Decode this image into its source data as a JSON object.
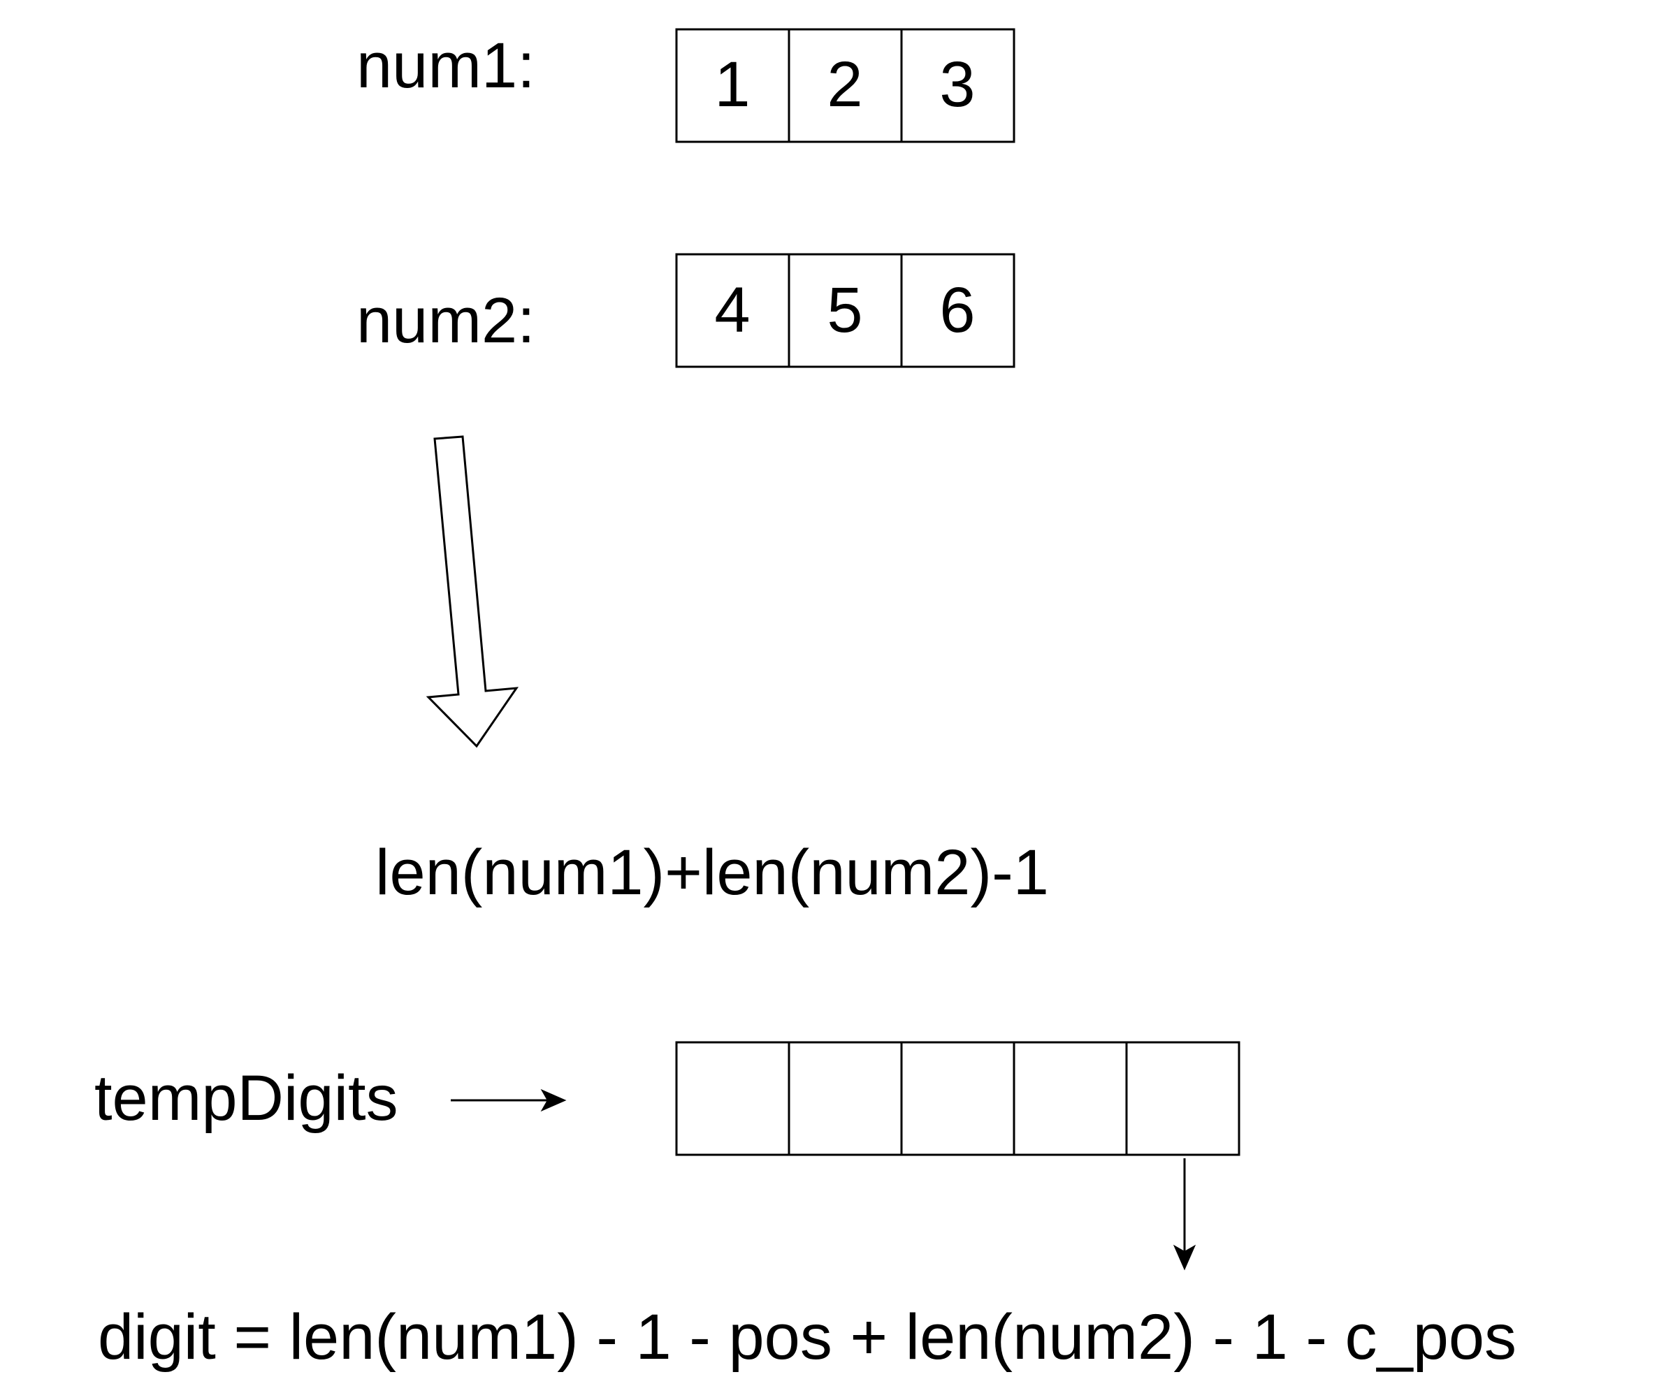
{
  "labels": {
    "num1": "num1:",
    "num2": "num2:",
    "length_formula": "len(num1)+len(num2)-1",
    "temp_digits": "tempDigits",
    "digit_formula": "digit = len(num1) - 1 - pos + len(num2) - 1 - c_pos"
  },
  "num1": {
    "cells": [
      "1",
      "2",
      "3"
    ]
  },
  "num2": {
    "cells": [
      "4",
      "5",
      "6"
    ]
  },
  "temp_digits": {
    "cells": [
      "",
      "",
      "",
      "",
      ""
    ]
  },
  "colors": {
    "stroke": "#000000",
    "background": "#ffffff",
    "text": "#000000"
  }
}
